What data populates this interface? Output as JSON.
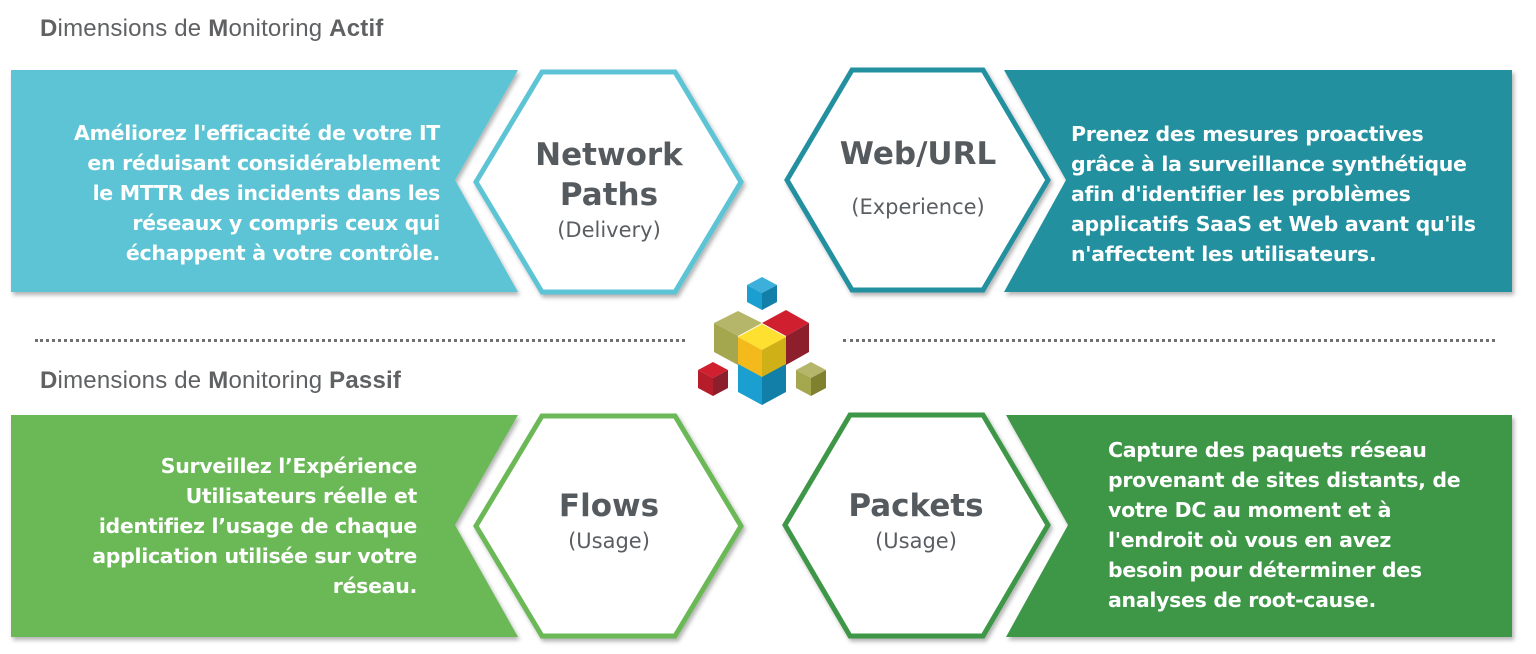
{
  "sections": {
    "actif": {
      "title_parts": [
        {
          "text": "D",
          "bold": true
        },
        {
          "text": "imensions de ",
          "bold": false
        },
        {
          "text": "M",
          "bold": true
        },
        {
          "text": "onitoring ",
          "bold": false
        },
        {
          "text": "Actif",
          "bold": true
        }
      ],
      "left": {
        "color": "#5bc4d4",
        "description": [
          "Améliorez l'efficacité de votre IT",
          "en réduisant considérablement",
          "le MTTR des incidents dans les",
          "réseaux y compris ceux qui",
          "échappent à votre contrôle."
        ],
        "hex_title": [
          "Network",
          "Paths"
        ],
        "hex_subtitle": "(Delivery)"
      },
      "right": {
        "color": "#23909f",
        "description": [
          "Prenez des mesures proactives",
          "grâce à la surveillance synthétique",
          "afin d'identifier les problèmes",
          "applicatifs SaaS et Web avant qu'ils",
          "n'affectent les utilisateurs."
        ],
        "hex_title": [
          "Web/URL"
        ],
        "hex_subtitle": "(Experience)"
      }
    },
    "passif": {
      "title_parts": [
        {
          "text": "D",
          "bold": true
        },
        {
          "text": "imensions de ",
          "bold": false
        },
        {
          "text": "M",
          "bold": true
        },
        {
          "text": "onitoring ",
          "bold": false
        },
        {
          "text": "Passif",
          "bold": true
        }
      ],
      "left": {
        "color": "#6ab856",
        "description": [
          "Surveillez l’Expérience",
          "Utilisateurs réelle et",
          "identifiez l’usage de chaque",
          "application utilisée sur votre",
          "réseau."
        ],
        "hex_title": [
          "Flows"
        ],
        "hex_subtitle": "(Usage)"
      },
      "right": {
        "color": "#3d9747",
        "description": [
          "Capture des paquets  réseau",
          "provenant de sites distants, de",
          "votre DC au moment et à",
          "l'endroit où vous en avez",
          "besoin pour déterminer des",
          "analyses de root-cause."
        ],
        "hex_title": [
          "Packets"
        ],
        "hex_subtitle": "(Usage)"
      }
    }
  },
  "logo": {
    "icon": "cube-cluster-icon",
    "colors": {
      "blue": "#1a9fd0",
      "olive": "#a8ab55",
      "red": "#c8202f",
      "yellow": "#f6c21c"
    }
  }
}
